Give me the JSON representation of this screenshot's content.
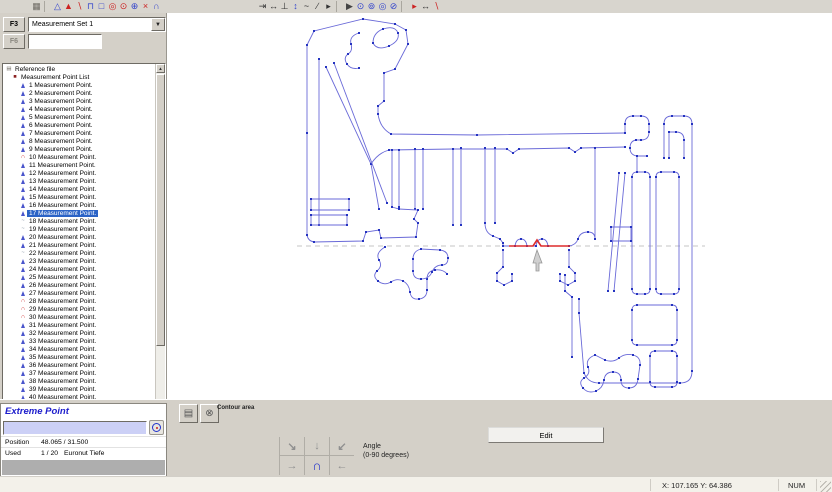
{
  "toolbar": {
    "left": [
      {
        "name": "grid-icon",
        "glyph": "▦",
        "color": "#6e6b64"
      },
      {
        "name": "separator"
      },
      {
        "name": "triangle-outline-icon",
        "glyph": "△",
        "color": "#3344cc"
      },
      {
        "name": "triangle-filled-icon",
        "glyph": "▲",
        "color": "#cc2222"
      },
      {
        "name": "line-tool-icon",
        "glyph": "∖",
        "color": "#cc2222"
      },
      {
        "name": "arc-open-icon",
        "glyph": "⊓",
        "color": "#3344cc"
      },
      {
        "name": "rectangle-icon",
        "glyph": "□",
        "color": "#3344cc"
      },
      {
        "name": "circle-icon",
        "glyph": "◎",
        "color": "#cc2222"
      },
      {
        "name": "circle-dot-icon",
        "glyph": "⊙",
        "color": "#cc2222"
      },
      {
        "name": "crosshair-icon",
        "glyph": "⊕",
        "color": "#3344cc"
      },
      {
        "name": "delete-point-icon",
        "glyph": "×",
        "color": "#cc2222"
      },
      {
        "name": "arc-tool-icon",
        "glyph": "∩",
        "color": "#3344cc"
      }
    ],
    "right": [
      {
        "name": "snap-end-icon",
        "glyph": "⇥",
        "color": "#333"
      },
      {
        "name": "snap-extent-icon",
        "glyph": "↔",
        "color": "#333"
      },
      {
        "name": "perpendicular-icon",
        "glyph": "⊥",
        "color": "#333"
      },
      {
        "name": "vertical-measure-icon",
        "glyph": "↕",
        "color": "#3344cc"
      },
      {
        "name": "curve-fit-icon",
        "glyph": "~",
        "color": "#333"
      },
      {
        "name": "tangent-line-icon",
        "glyph": "∕",
        "color": "#333"
      },
      {
        "name": "marker-icon",
        "glyph": "▸",
        "color": "#333"
      },
      {
        "name": "separator"
      },
      {
        "name": "flag-icon",
        "glyph": "▶",
        "color": "#444"
      },
      {
        "name": "circle-move-icon",
        "glyph": "⊙",
        "color": "#3344cc"
      },
      {
        "name": "circle-rotate-icon",
        "glyph": "⊚",
        "color": "#3344cc"
      },
      {
        "name": "circle-select-icon",
        "glyph": "◎",
        "color": "#3344cc"
      },
      {
        "name": "circle-slash-icon",
        "glyph": "⊘",
        "color": "#3344cc"
      },
      {
        "name": "separator"
      },
      {
        "name": "run-points-icon",
        "glyph": "▸",
        "color": "#cc2222"
      },
      {
        "name": "double-arrow-icon",
        "glyph": "↔",
        "color": "#333"
      },
      {
        "name": "measure-line-icon",
        "glyph": "∖",
        "color": "#cc2222"
      }
    ]
  },
  "sidebar": {
    "f3_label": "F3",
    "f6_label": "F6",
    "measurement_set": "Measurement Set 1",
    "tree": {
      "root_label": "Reference file",
      "list_label": "Measurement Point List",
      "items": [
        {
          "n": 1,
          "label": "Measurement Point.",
          "type": "point"
        },
        {
          "n": 2,
          "label": "Measurement Point.",
          "type": "point"
        },
        {
          "n": 3,
          "label": "Measurement Point.",
          "type": "point"
        },
        {
          "n": 4,
          "label": "Measurement Point.",
          "type": "point"
        },
        {
          "n": 5,
          "label": "Measurement Point.",
          "type": "point"
        },
        {
          "n": 6,
          "label": "Measurement Point.",
          "type": "point"
        },
        {
          "n": 7,
          "label": "Measurement Point.",
          "type": "point"
        },
        {
          "n": 8,
          "label": "Measurement Point.",
          "type": "point"
        },
        {
          "n": 9,
          "label": "Measurement Point.",
          "type": "point"
        },
        {
          "n": 10,
          "label": "Measurement Point.",
          "type": "arc"
        },
        {
          "n": 11,
          "label": "Measurement Point.",
          "type": "point"
        },
        {
          "n": 12,
          "label": "Measurement Point.",
          "type": "point"
        },
        {
          "n": 13,
          "label": "Measurement Point.",
          "type": "point"
        },
        {
          "n": 14,
          "label": "Measurement Point.",
          "type": "point"
        },
        {
          "n": 15,
          "label": "Measurement Point.",
          "type": "point"
        },
        {
          "n": 16,
          "label": "Measurement Point.",
          "type": "point"
        },
        {
          "n": 17,
          "label": "Measurement Point.",
          "type": "point",
          "selected": true
        },
        {
          "n": 18,
          "label": "Measurement Point.",
          "type": "curve"
        },
        {
          "n": 19,
          "label": "Measurement Point.",
          "type": "curve"
        },
        {
          "n": 20,
          "label": "Measurement Point.",
          "type": "point"
        },
        {
          "n": 21,
          "label": "Measurement Point.",
          "type": "point"
        },
        {
          "n": 22,
          "label": "Measurement Point.",
          "type": "curve"
        },
        {
          "n": 23,
          "label": "Measurement Point.",
          "type": "point"
        },
        {
          "n": 24,
          "label": "Measurement Point.",
          "type": "point"
        },
        {
          "n": 25,
          "label": "Measurement Point.",
          "type": "point"
        },
        {
          "n": 26,
          "label": "Measurement Point.",
          "type": "point"
        },
        {
          "n": 27,
          "label": "Measurement Point.",
          "type": "point"
        },
        {
          "n": 28,
          "label": "Measurement Point.",
          "type": "arc"
        },
        {
          "n": 29,
          "label": "Measurement Point.",
          "type": "arc"
        },
        {
          "n": 30,
          "label": "Measurement Point.",
          "type": "arc"
        },
        {
          "n": 31,
          "label": "Measurement Point.",
          "type": "point"
        },
        {
          "n": 32,
          "label": "Measurement Point.",
          "type": "point"
        },
        {
          "n": 33,
          "label": "Measurement Point.",
          "type": "point"
        },
        {
          "n": 34,
          "label": "Measurement Point.",
          "type": "point"
        },
        {
          "n": 35,
          "label": "Measurement Point.",
          "type": "point"
        },
        {
          "n": 36,
          "label": "Measurement Point.",
          "type": "point"
        },
        {
          "n": 37,
          "label": "Measurement Point.",
          "type": "point"
        },
        {
          "n": 38,
          "label": "Measurement Point.",
          "type": "point"
        },
        {
          "n": 39,
          "label": "Measurement Point.",
          "type": "point"
        },
        {
          "n": 40,
          "label": "Measurement Point.",
          "type": "point"
        }
      ]
    }
  },
  "extreme_panel": {
    "title": "Extreme Point",
    "position_label": "Position",
    "position_value": "48.065 / 31.500",
    "used_label": "Used",
    "used_value": "1 / 20",
    "used_extra": "Euronut Tiefe"
  },
  "tools_panel": {
    "contour_label": "Contour area",
    "icons": [
      {
        "name": "contour-profile-icon",
        "glyph": "▤"
      },
      {
        "name": "contour-area-icon",
        "glyph": "⊗"
      }
    ],
    "angle_label_line1": "Angle",
    "angle_label_line2": "(0-90 degrees)",
    "edit_label": "Edit",
    "angle_pad": [
      {
        "name": "angle-down-right-button",
        "glyph": "↘",
        "row": "top"
      },
      {
        "name": "angle-down-button",
        "glyph": "↓",
        "row": "top"
      },
      {
        "name": "angle-down-left-button",
        "glyph": "↙",
        "row": "top"
      },
      {
        "name": "angle-right-button",
        "glyph": "→",
        "row": "bottom"
      },
      {
        "name": "angle-arc-indicator",
        "glyph": "∩",
        "row": "bottom",
        "arc": true
      },
      {
        "name": "angle-left-button",
        "glyph": "←",
        "row": "bottom"
      }
    ]
  },
  "status_bar": {
    "coords": "X: 107.165 Y: 64.386",
    "num": "NUM"
  },
  "drawing": {
    "accent_blue": "#6a6ad8",
    "dot_blue": "#2433c0",
    "highlight_red": "#dd2b2b"
  }
}
